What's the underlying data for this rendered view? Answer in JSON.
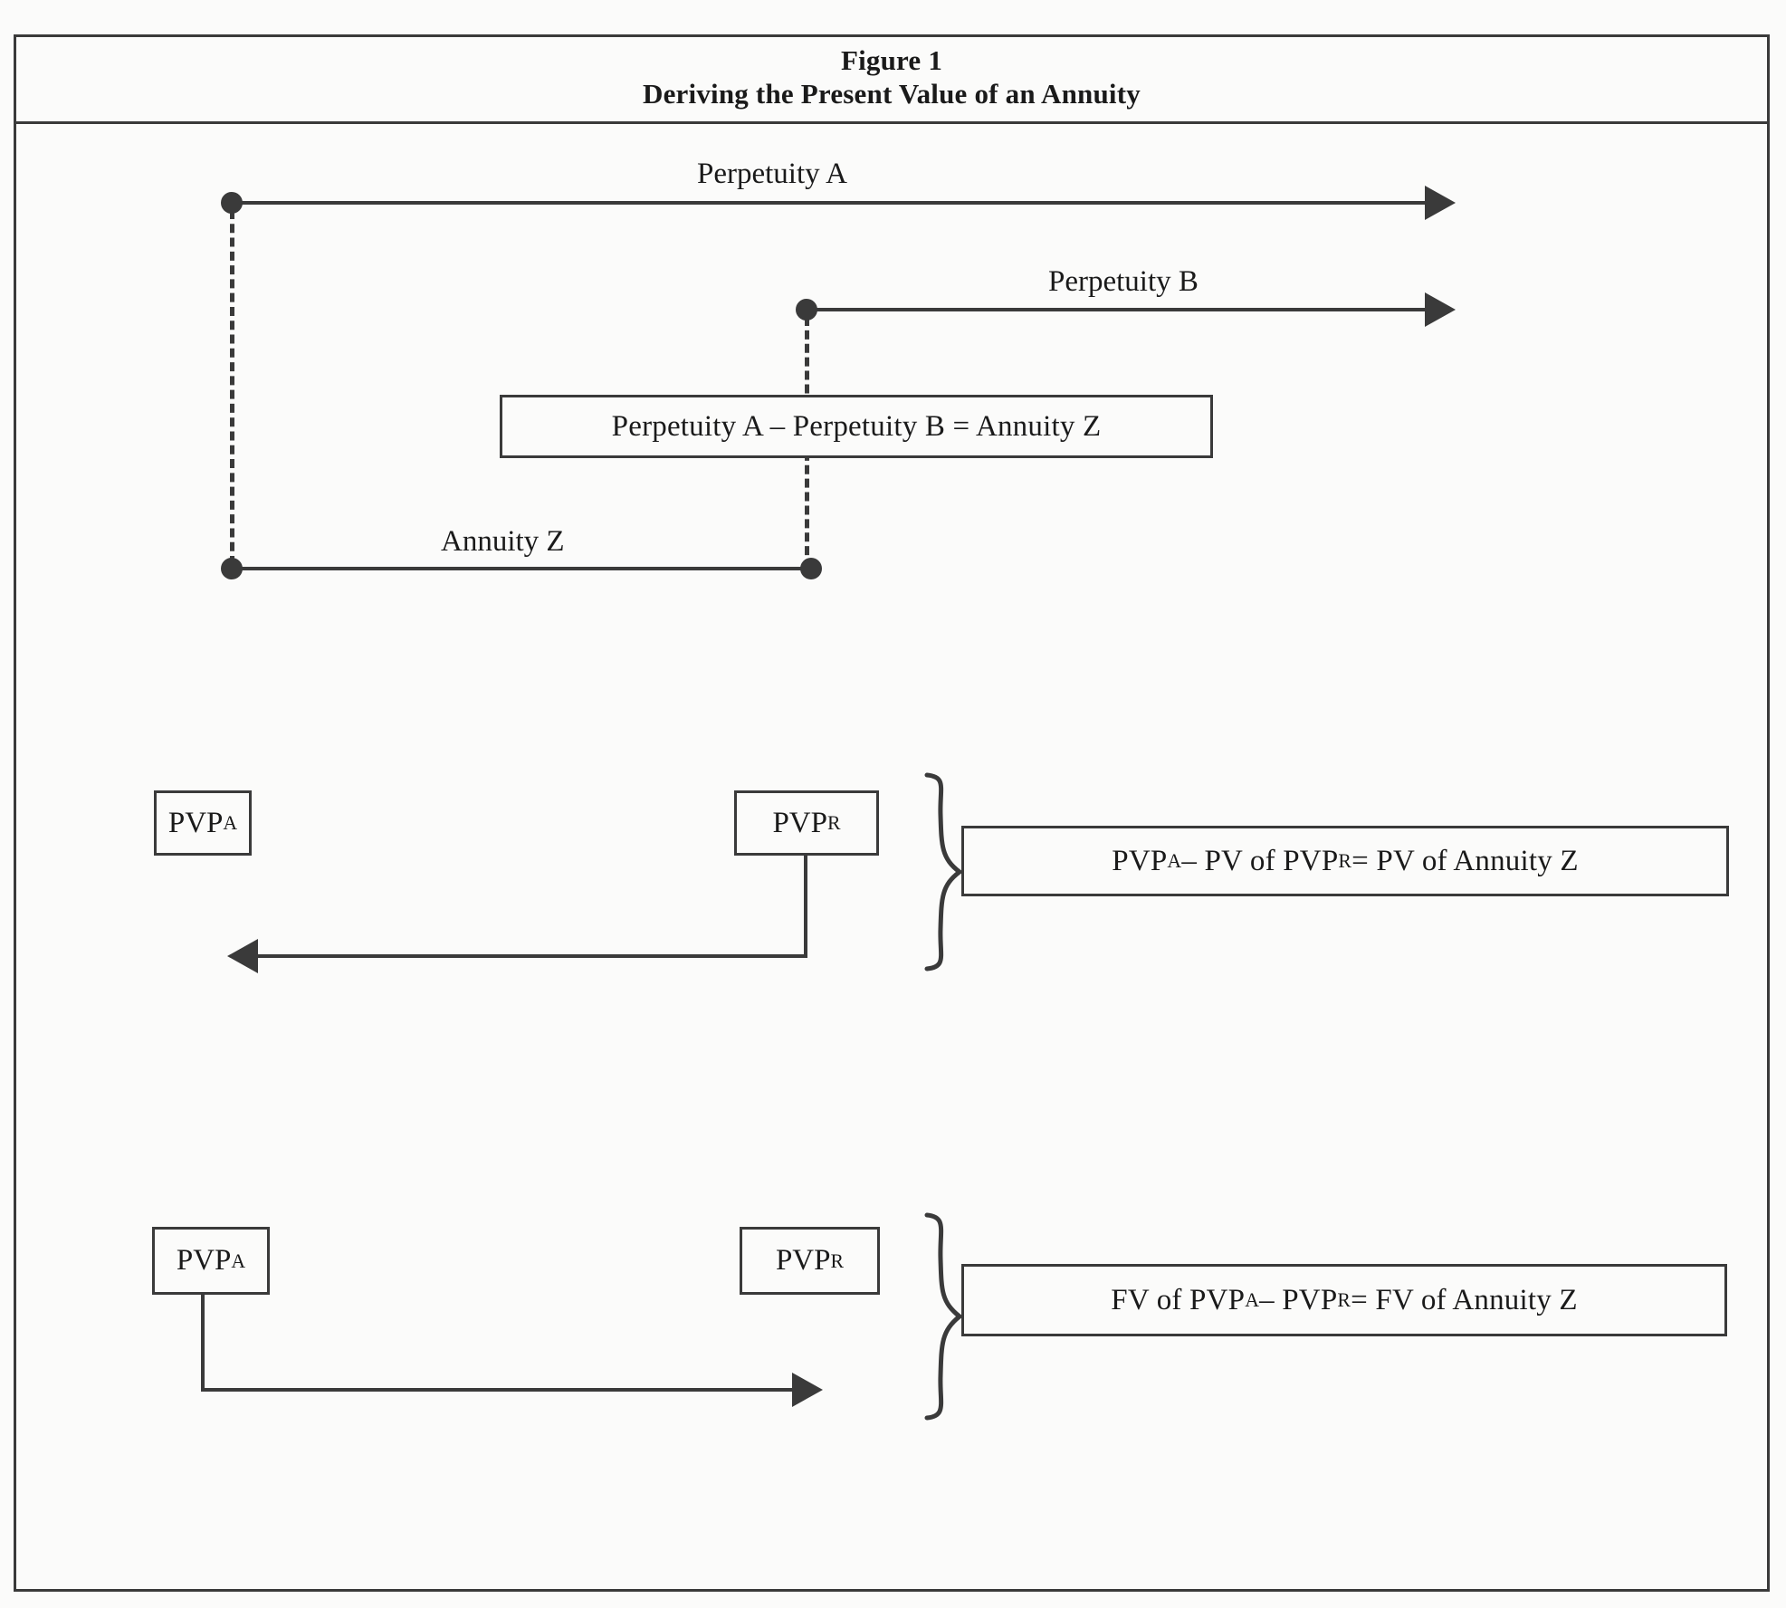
{
  "figure": {
    "title_line1": "Figure 1",
    "title_line2": "Deriving the Present Value of an Annuity"
  },
  "timeline": {
    "perpetuity_a_label": "Perpetuity A",
    "perpetuity_b_label": "Perpetuity B",
    "annuity_z_label": "Annuity Z",
    "identity_box": "Perpetuity A – Perpetuity B = Annuity Z"
  },
  "present_value_section": {
    "left_box": "PVP",
    "left_box_sub": "A",
    "right_box": "PVP",
    "right_box_sub": "R",
    "equation_prefix": "PVP",
    "equation_sub1": "A",
    "equation_mid": " – PV of PVP",
    "equation_sub2": "R",
    "equation_suffix": " = PV of Annuity Z",
    "equation_plain": "PVPA – PV of PVPR = PV of Annuity Z"
  },
  "future_value_section": {
    "left_box": "PVP",
    "left_box_sub": "A",
    "right_box": "PVP",
    "right_box_sub": "R",
    "equation_prefix": "FV of PVP",
    "equation_sub1": "A",
    "equation_mid": " – PVP",
    "equation_sub2": "R",
    "equation_suffix": " = FV of Annuity Z",
    "equation_plain": "FV of PVPA – PVPR = FV of Annuity Z"
  },
  "colors": {
    "ink": "#3a3a3a",
    "text": "#1a1a1a",
    "paper": "#fbfbfa"
  }
}
